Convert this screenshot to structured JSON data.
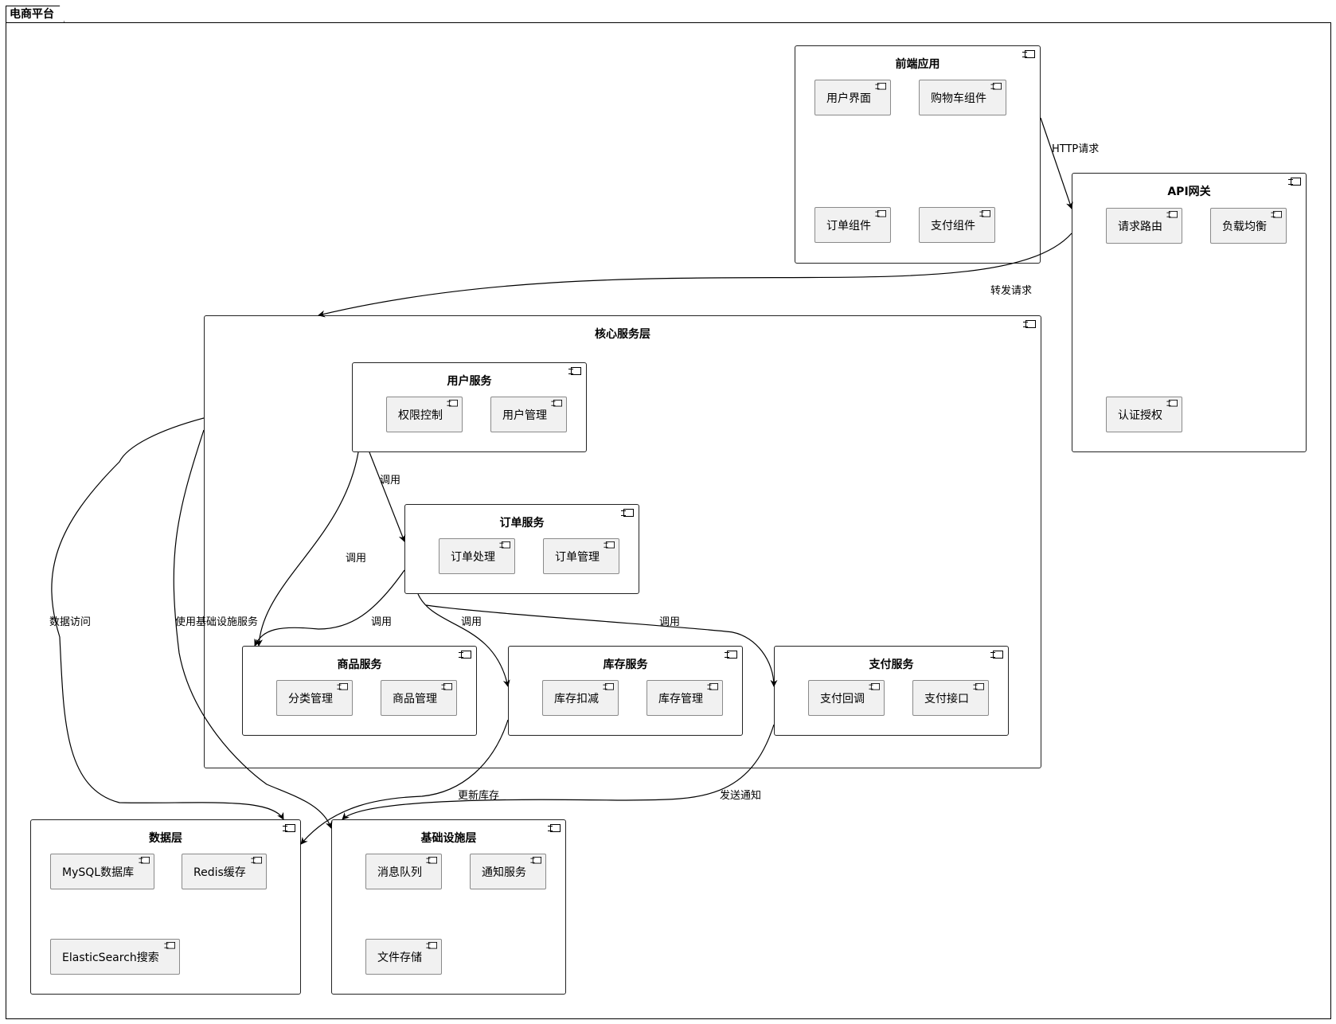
{
  "package": {
    "label": "电商平台"
  },
  "frontend": {
    "title": "前端应用",
    "items": [
      "用户界面",
      "购物车组件",
      "订单组件",
      "支付组件"
    ]
  },
  "gateway": {
    "title": "API网关",
    "items": [
      "请求路由",
      "负载均衡",
      "认证授权"
    ]
  },
  "core": {
    "title": "核心服务层",
    "user_service": {
      "title": "用户服务",
      "items": [
        "权限控制",
        "用户管理"
      ]
    },
    "order_service": {
      "title": "订单服务",
      "items": [
        "订单处理",
        "订单管理"
      ]
    },
    "product_service": {
      "title": "商品服务",
      "items": [
        "分类管理",
        "商品管理"
      ]
    },
    "inventory_service": {
      "title": "库存服务",
      "items": [
        "库存扣减",
        "库存管理"
      ]
    },
    "payment_service": {
      "title": "支付服务",
      "items": [
        "支付回调",
        "支付接口"
      ]
    }
  },
  "data_layer": {
    "title": "数据层",
    "items": [
      "MySQL数据库",
      "Redis缓存",
      "ElasticSearch搜索"
    ]
  },
  "infra": {
    "title": "基础设施层",
    "items": [
      "消息队列",
      "通知服务",
      "文件存储"
    ]
  },
  "edges": {
    "http_request": "HTTP请求",
    "forward_request": "转发请求",
    "call_user_order": "调用",
    "call_user_product": "调用",
    "call_order_product": "调用",
    "call_order_inventory": "调用",
    "call_order_payment": "调用",
    "data_access": "数据访问",
    "use_infra": "使用基础设施服务",
    "update_inventory": "更新库存",
    "send_notification": "发送通知"
  }
}
